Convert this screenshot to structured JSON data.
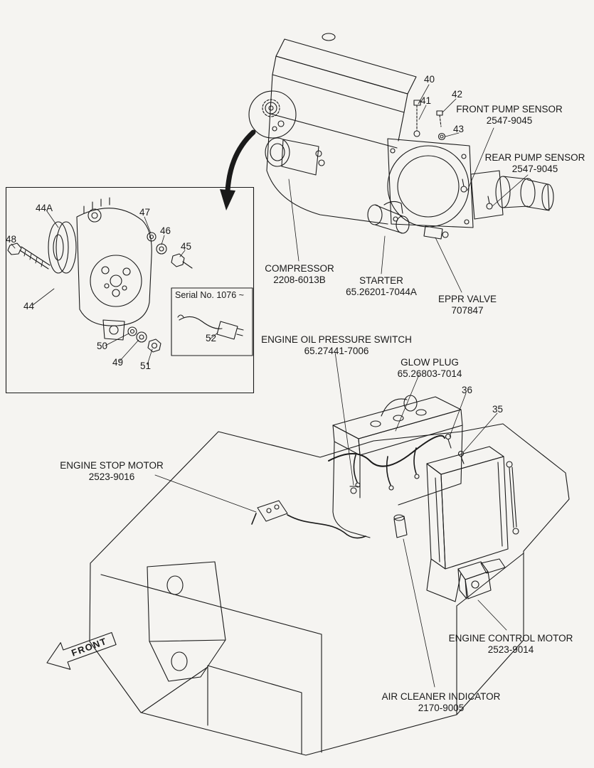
{
  "page": {
    "background": "#f5f4f1",
    "ink": "#1a1a1a"
  },
  "labels": {
    "front_pump_sensor": {
      "name": "FRONT PUMP SENSOR",
      "part": "2547-9045"
    },
    "rear_pump_sensor": {
      "name": "REAR PUMP SENSOR",
      "part": "2547-9045"
    },
    "compressor": {
      "name": "COMPRESSOR",
      "part": "2208-6013B"
    },
    "starter": {
      "name": "STARTER",
      "part": "65.26201-7044A"
    },
    "eppr_valve": {
      "name": "EPPR VALVE",
      "part": "707847"
    },
    "engine_oil_pressure_switch": {
      "name": "ENGINE OIL PRESSURE SWITCH",
      "part": "65.27441-7006"
    },
    "glow_plug": {
      "name": "GLOW PLUG",
      "part": "65.26803-7014"
    },
    "engine_stop_motor": {
      "name": "ENGINE STOP MOTOR",
      "part": "2523-9016"
    },
    "engine_control_motor": {
      "name": "ENGINE CONTROL MOTOR",
      "part": "2523-9014"
    },
    "air_cleaner_indicator": {
      "name": "AIR CLEANER INDICATOR",
      "part": "2170-9005"
    },
    "serial_note": "Serial No. 1076 ~",
    "front_arrow": "FRONT"
  },
  "callouts": {
    "c35": "35",
    "c36": "36",
    "c40": "40",
    "c41": "41",
    "c42": "42",
    "c43": "43",
    "c44": "44",
    "c44a": "44A",
    "c45": "45",
    "c46": "46",
    "c47": "47",
    "c48": "48",
    "c49": "49",
    "c50": "50",
    "c51": "51",
    "c52": "52"
  }
}
